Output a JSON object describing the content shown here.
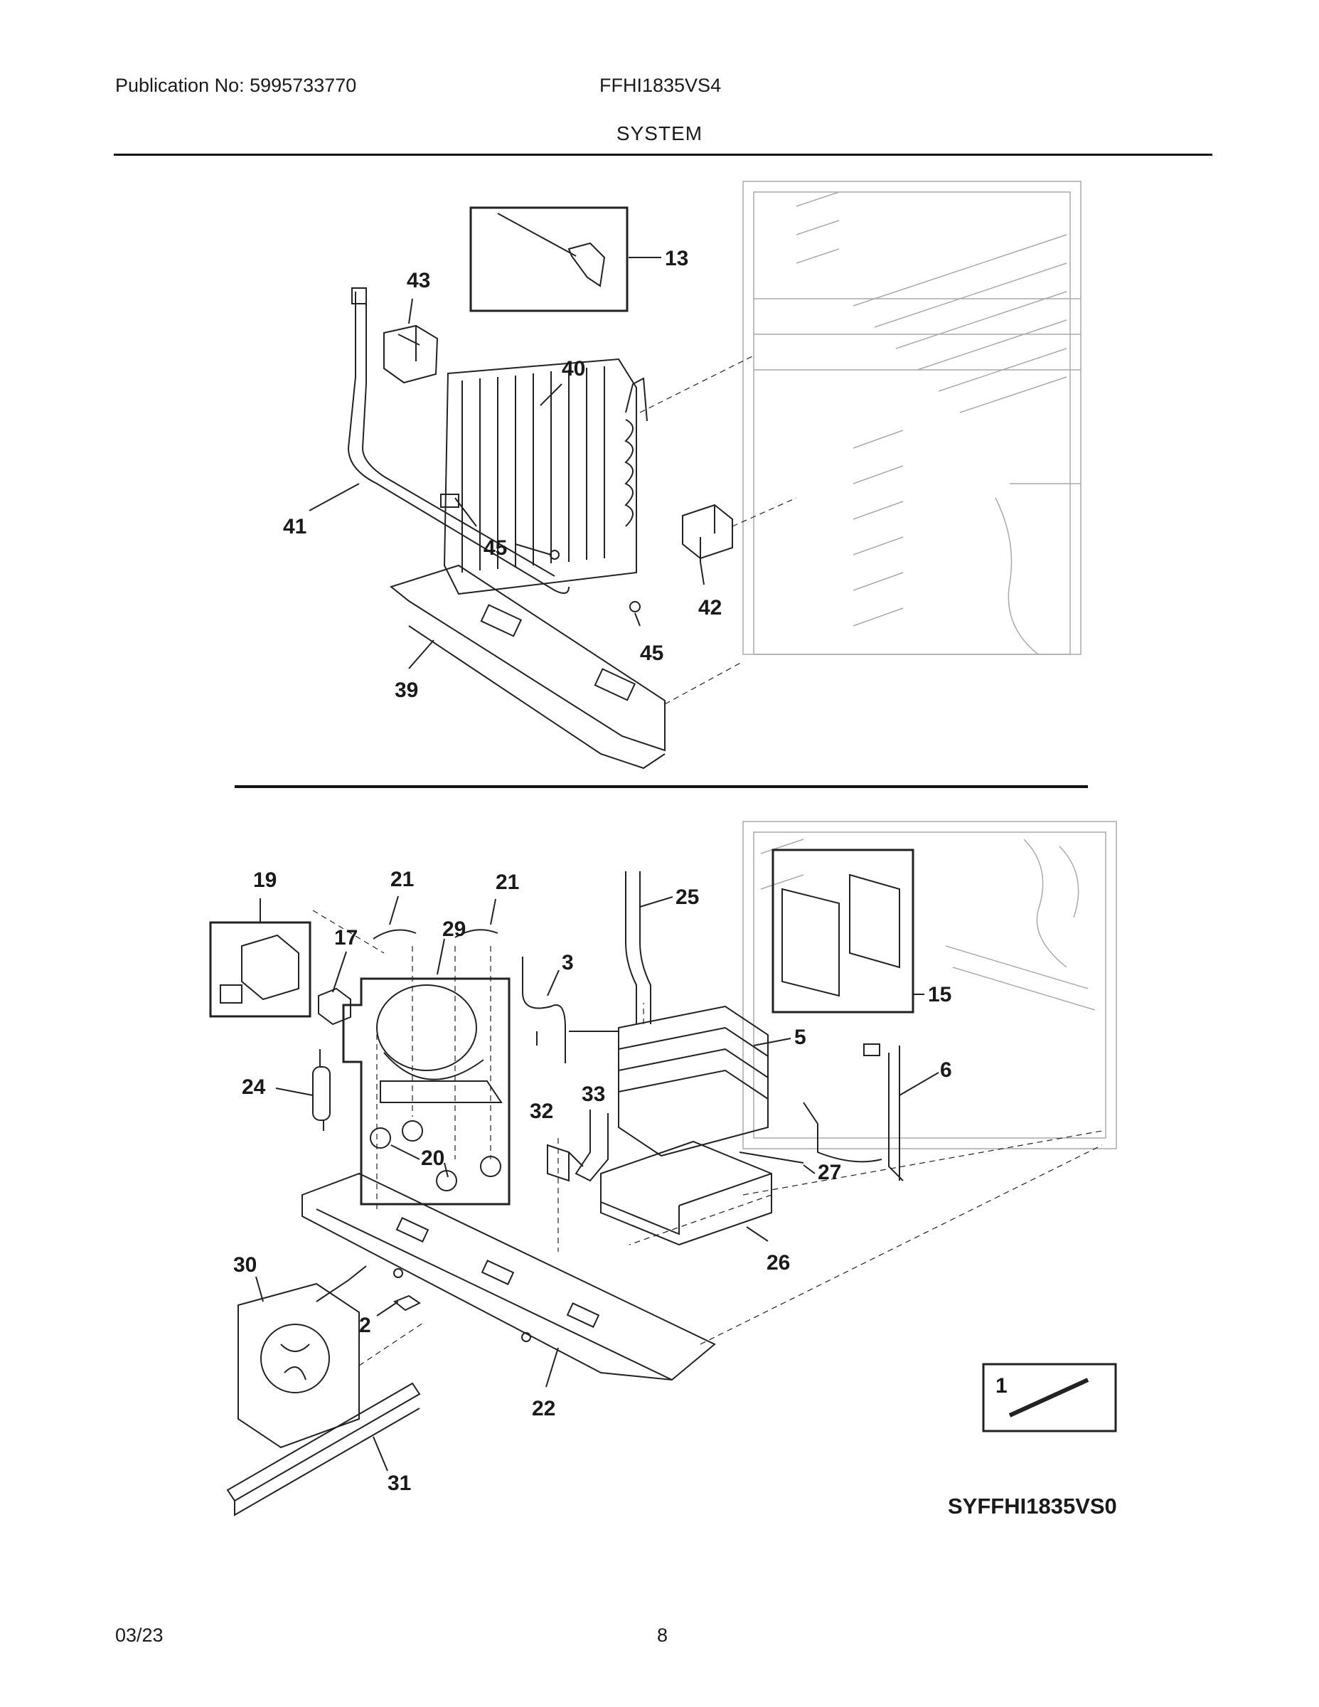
{
  "header": {
    "publication": "Publication No: 5995733770",
    "model": "FFHI1835VS4",
    "section_title": "SYSTEM"
  },
  "footer": {
    "date": "03/23",
    "page_number": "8"
  },
  "diagram": {
    "figure_code": "SYFFHI1835VS0",
    "callouts": [
      "13",
      "43",
      "40",
      "41",
      "45",
      "42",
      "45",
      "39",
      "19",
      "21",
      "21",
      "29",
      "17",
      "3",
      "25",
      "15",
      "5",
      "6",
      "24",
      "20",
      "32",
      "33",
      "27",
      "26",
      "30",
      "2",
      "22",
      "31",
      "1"
    ]
  }
}
